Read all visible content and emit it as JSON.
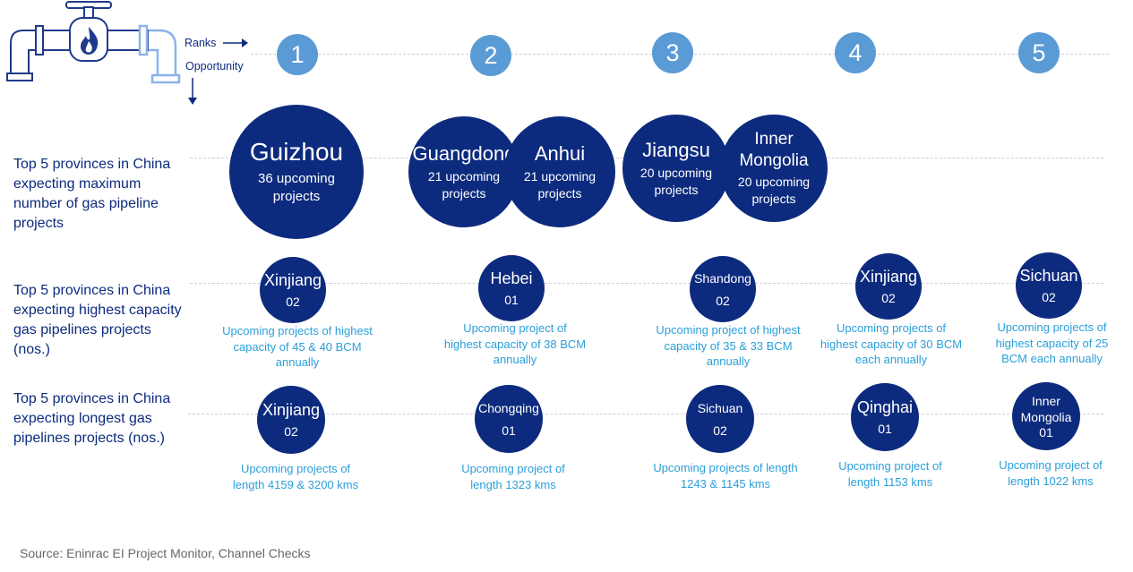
{
  "legend": {
    "ranks": "Ranks",
    "opportunity": "Opportunity"
  },
  "ranks": [
    "1",
    "2",
    "3",
    "4",
    "5"
  ],
  "row_labels": {
    "pipeline_projects": "Top 5 provinces in China expecting maximum number of gas pipeline projects",
    "capacity": "Top 5 provinces in China expecting highest capacity gas pipelines projects (nos.)",
    "length": "Top 5 provinces in China expecting longest gas pipelines projects (nos.)"
  },
  "row1": [
    {
      "name": "Guizhou",
      "sub": "36 upcoming projects"
    },
    {
      "name": "Guangdong",
      "sub": "21 upcoming projects"
    },
    {
      "name": "Anhui",
      "sub": "21 upcoming projects"
    },
    {
      "name": "Jiangsu",
      "sub": "20 upcoming projects"
    },
    {
      "name": "Inner Mongolia",
      "sub": "20 upcoming projects"
    }
  ],
  "row2": [
    {
      "name": "Xinjiang",
      "count": "02",
      "desc": "Upcoming projects of highest capacity of 45 & 40 BCM annually"
    },
    {
      "name": "Hebei",
      "count": "01",
      "desc": "Upcoming project of highest capacity of 38 BCM annually"
    },
    {
      "name": "Shandong",
      "count": "02",
      "desc": "Upcoming project of highest capacity of 35 & 33 BCM annually"
    },
    {
      "name": "Xinjiang",
      "count": "02",
      "desc": "Upcoming projects of highest capacity of 30 BCM each annually"
    },
    {
      "name": "Sichuan",
      "count": "02",
      "desc": "Upcoming projects of highest capacity of 25 BCM each annually"
    }
  ],
  "row3": [
    {
      "name": "Xinjiang",
      "count": "02",
      "desc": "Upcoming projects of length 4159 & 3200 kms"
    },
    {
      "name": "Chongqing",
      "count": "01",
      "desc": "Upcoming project of length 1323 kms"
    },
    {
      "name": "Sichuan",
      "count": "02",
      "desc": "Upcoming projects of length 1243 & 1145 kms"
    },
    {
      "name": "Qinghai",
      "count": "01",
      "desc": "Upcoming project of length 1153 kms"
    },
    {
      "name": "Inner Mongolia",
      "count": "01",
      "desc": "Upcoming project of length 1022 kms"
    }
  ],
  "source": "Source: Eninrac EI Project Monitor, Channel Checks",
  "colors": {
    "navy": "#0d2b7e",
    "rank_blue": "#5b9bd5",
    "desc_blue": "#2b9fd9",
    "pipe_blue": "#1f3a8a",
    "pipe_light": "#8ab4ea"
  },
  "icons": [
    "gas-pipeline-icon",
    "flame-icon"
  ]
}
